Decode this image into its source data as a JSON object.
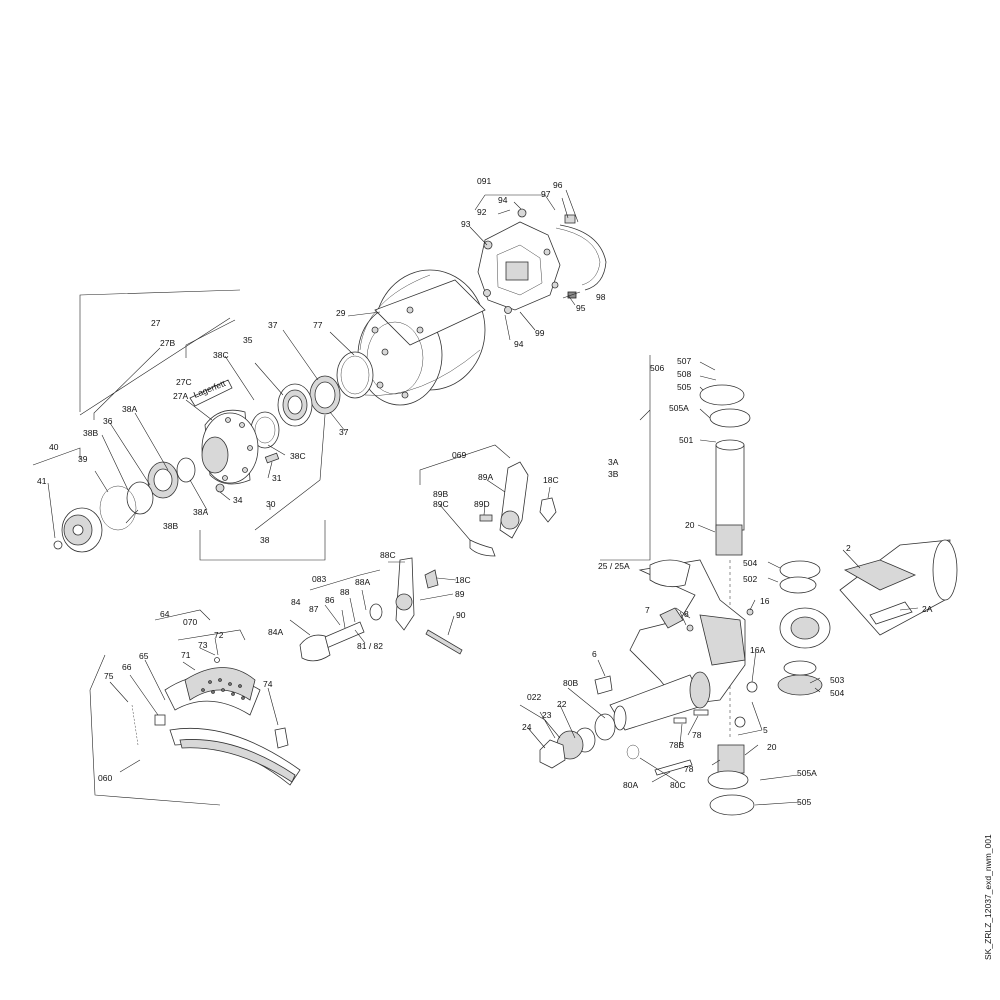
{
  "drawing_id": "SK_ZRLZ_12037_exd_nwm_001",
  "labels": {
    "l091": "091",
    "l96": "96",
    "l97": "97",
    "l94a": "94",
    "l92": "92",
    "l93": "93",
    "l98": "98",
    "l95": "95",
    "l99": "99",
    "l94b": "94",
    "l29": "29",
    "l77": "77",
    "l37a": "37",
    "l37b": "37",
    "l35": "35",
    "l38C_a": "38C",
    "l38C_b": "38C",
    "l27": "27",
    "l27B": "27B",
    "l27C": "27C",
    "lager": "Lagerfett",
    "l27A": "27A",
    "l38A_a": "38A",
    "l38A_b": "38A",
    "l36": "36",
    "l38B_a": "38B",
    "l38B_b": "38B",
    "l40": "40",
    "l39": "39",
    "l41": "41",
    "l34": "34",
    "l31": "31",
    "l30": "30",
    "l38": "38",
    "l069": "069",
    "l89A": "89A",
    "l18C_a": "18C",
    "l89B": "89B",
    "l89C": "89C",
    "l89D": "89D",
    "l88C": "88C",
    "l083": "083",
    "l88A": "88A",
    "l18C_b": "18C",
    "l88": "88",
    "l89": "89",
    "l84": "84",
    "l87": "87",
    "l86": "86",
    "l84A": "84A",
    "l8182": "81 / 82",
    "l90": "90",
    "l64": "64",
    "l070": "070",
    "l73": "73",
    "l72": "72",
    "l71": "71",
    "l66": "66",
    "l65": "65",
    "l75": "75",
    "l74": "74",
    "l060": "060",
    "l507": "507",
    "l506": "506",
    "l508": "508",
    "l505a": "505",
    "l505A_a": "505A",
    "l501": "501",
    "l3A": "3A",
    "l3B": "3B",
    "l20a": "20",
    "l2": "2",
    "l504a": "504",
    "l502": "502",
    "l2525A": "25 / 25A",
    "l16": "16",
    "l2A": "2A",
    "l7": "7",
    "l8": "8",
    "l6": "6",
    "l16A": "16A",
    "l503": "503",
    "l504b": "504",
    "l80B": "80B",
    "l022": "022",
    "l22": "22",
    "l23": "23",
    "l24": "24",
    "l5": "5",
    "l78B": "78B",
    "l78a": "78",
    "l20b": "20",
    "l78b": "78",
    "l505A_b": "505A",
    "l80A": "80A",
    "l80C": "80C",
    "l505b": "505"
  }
}
